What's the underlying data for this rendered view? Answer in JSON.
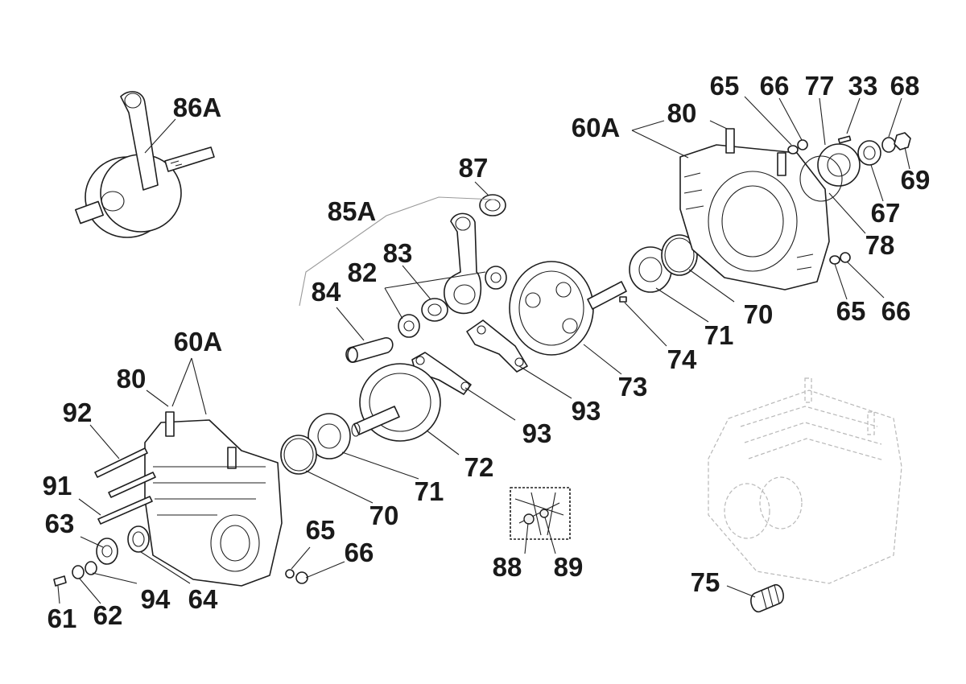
{
  "labels": {
    "l_86A": "86A",
    "l_85A": "85A",
    "l_87": "87",
    "l_83": "83",
    "l_82": "82",
    "l_84": "84",
    "l_60A_top": "60A",
    "l_80_top": "80",
    "l_65_top": "65",
    "l_66_top": "66",
    "l_77": "77",
    "l_33": "33",
    "l_68": "68",
    "l_69": "69",
    "l_67": "67",
    "l_78": "78",
    "l_65_right": "65",
    "l_66_right": "66",
    "l_70_right": "70",
    "l_71_right": "71",
    "l_74": "74",
    "l_73": "73",
    "l_93_a": "93",
    "l_93_b": "93",
    "l_72": "72",
    "l_71_mid": "71",
    "l_70_mid": "70",
    "l_60A_left": "60A",
    "l_80_left": "80",
    "l_92": "92",
    "l_91": "91",
    "l_63": "63",
    "l_61": "61",
    "l_62": "62",
    "l_94": "94",
    "l_64": "64",
    "l_65_mid": "65",
    "l_66_mid": "66",
    "l_88": "88",
    "l_89": "89",
    "l_75": "75"
  }
}
